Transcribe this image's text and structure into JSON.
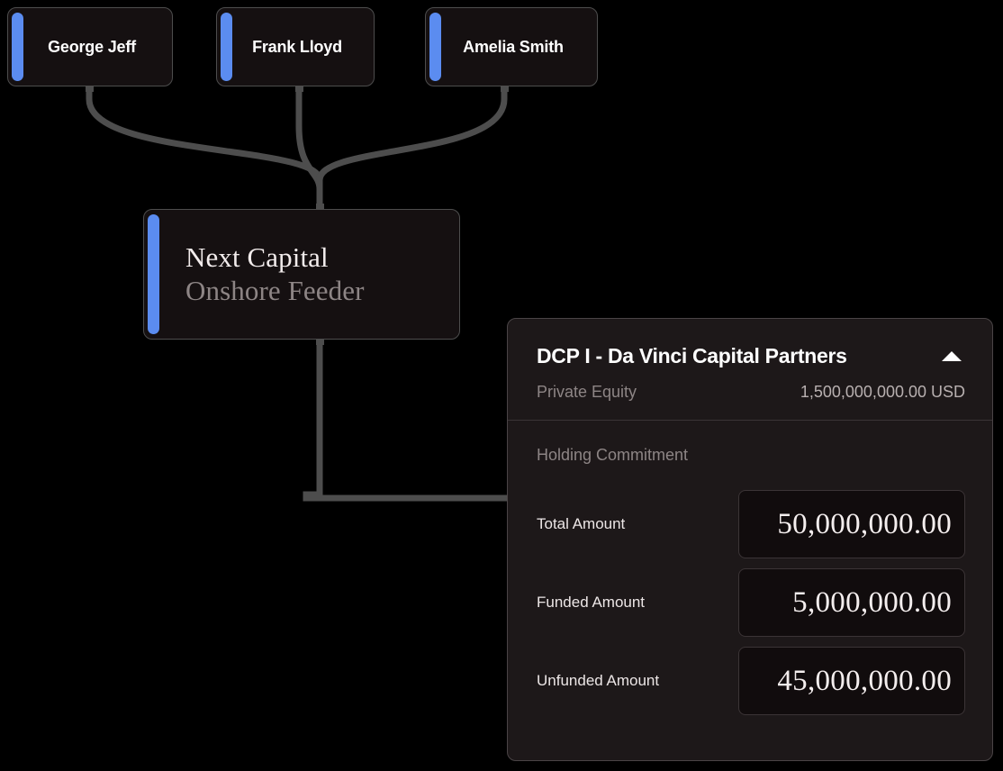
{
  "graph": {
    "person_nodes": [
      {
        "label": "George Jeff",
        "accent_color": "#5b8cf0"
      },
      {
        "label": "Frank Lloyd",
        "accent_color": "#5b8cf0"
      },
      {
        "label": "Amelia Smith",
        "accent_color": "#5b8cf0"
      }
    ],
    "entity_node": {
      "title": "Next Capital",
      "subtitle": "Onshore Feeder",
      "accent_color": "#5b8cf0"
    },
    "edge_color": "#4d4d4d"
  },
  "detail_panel": {
    "title": "DCP I - Da Vinci Capital Partners",
    "collapse_icon": "triangle-up-icon",
    "asset_class": "Private Equity",
    "fund_size": "1,500,000,000.00 USD",
    "section_label": "Holding Commitment",
    "fields": [
      {
        "label": "Total Amount",
        "value": "50,000,000.00"
      },
      {
        "label": "Funded Amount",
        "value": "5,000,000.00"
      },
      {
        "label": "Unfunded Amount",
        "value": "45,000,000.00"
      }
    ]
  }
}
